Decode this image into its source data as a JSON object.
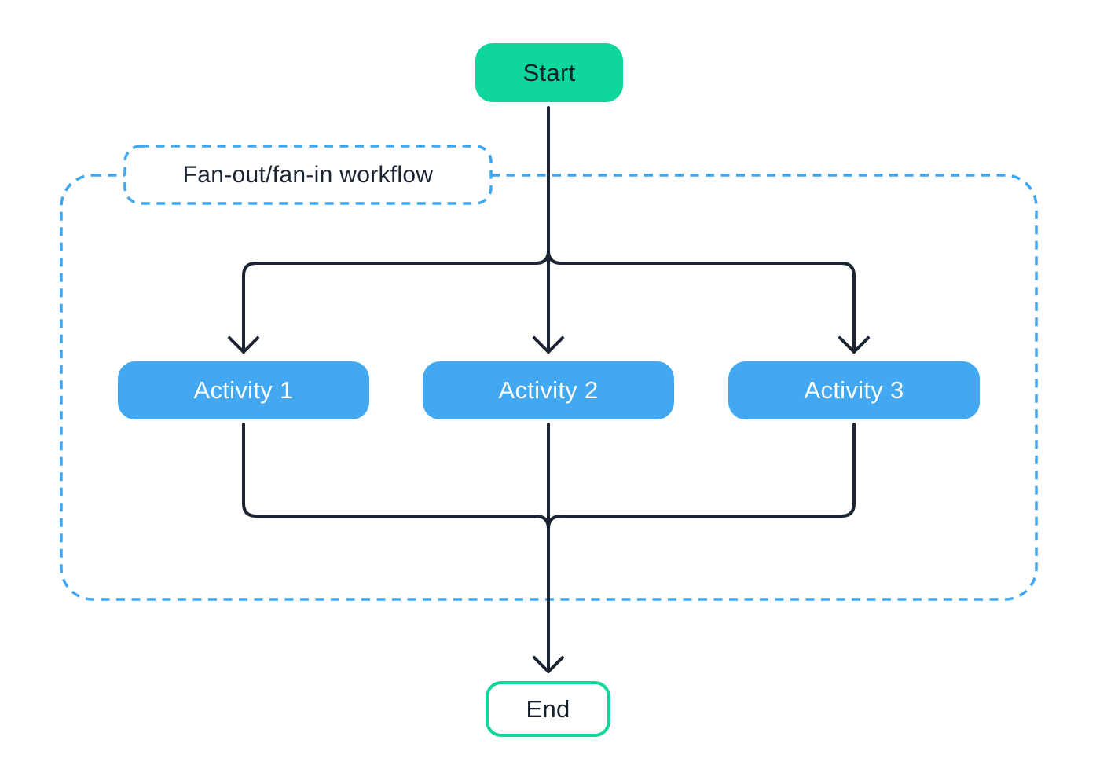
{
  "diagram": {
    "title": "Fan-out/fan-in workflow",
    "nodes": {
      "start": {
        "label": "Start"
      },
      "activities": [
        {
          "label": "Activity 1"
        },
        {
          "label": "Activity 2"
        },
        {
          "label": "Activity 3"
        }
      ],
      "end": {
        "label": "End"
      }
    },
    "connections": [
      "Start -> Activity 1",
      "Start -> Activity 2",
      "Start -> Activity 3",
      "Activity 1 -> End",
      "Activity 2 -> End",
      "Activity 3 -> End"
    ],
    "colors": {
      "node_green": "#0fd69b",
      "node_blue": "#42a8f1",
      "dashed_border_blue": "#3ea7f3",
      "connector_dark": "#1a2433",
      "text_dark": "#16202c",
      "activity_text": "#ffffff",
      "background": "#ffffff"
    }
  }
}
